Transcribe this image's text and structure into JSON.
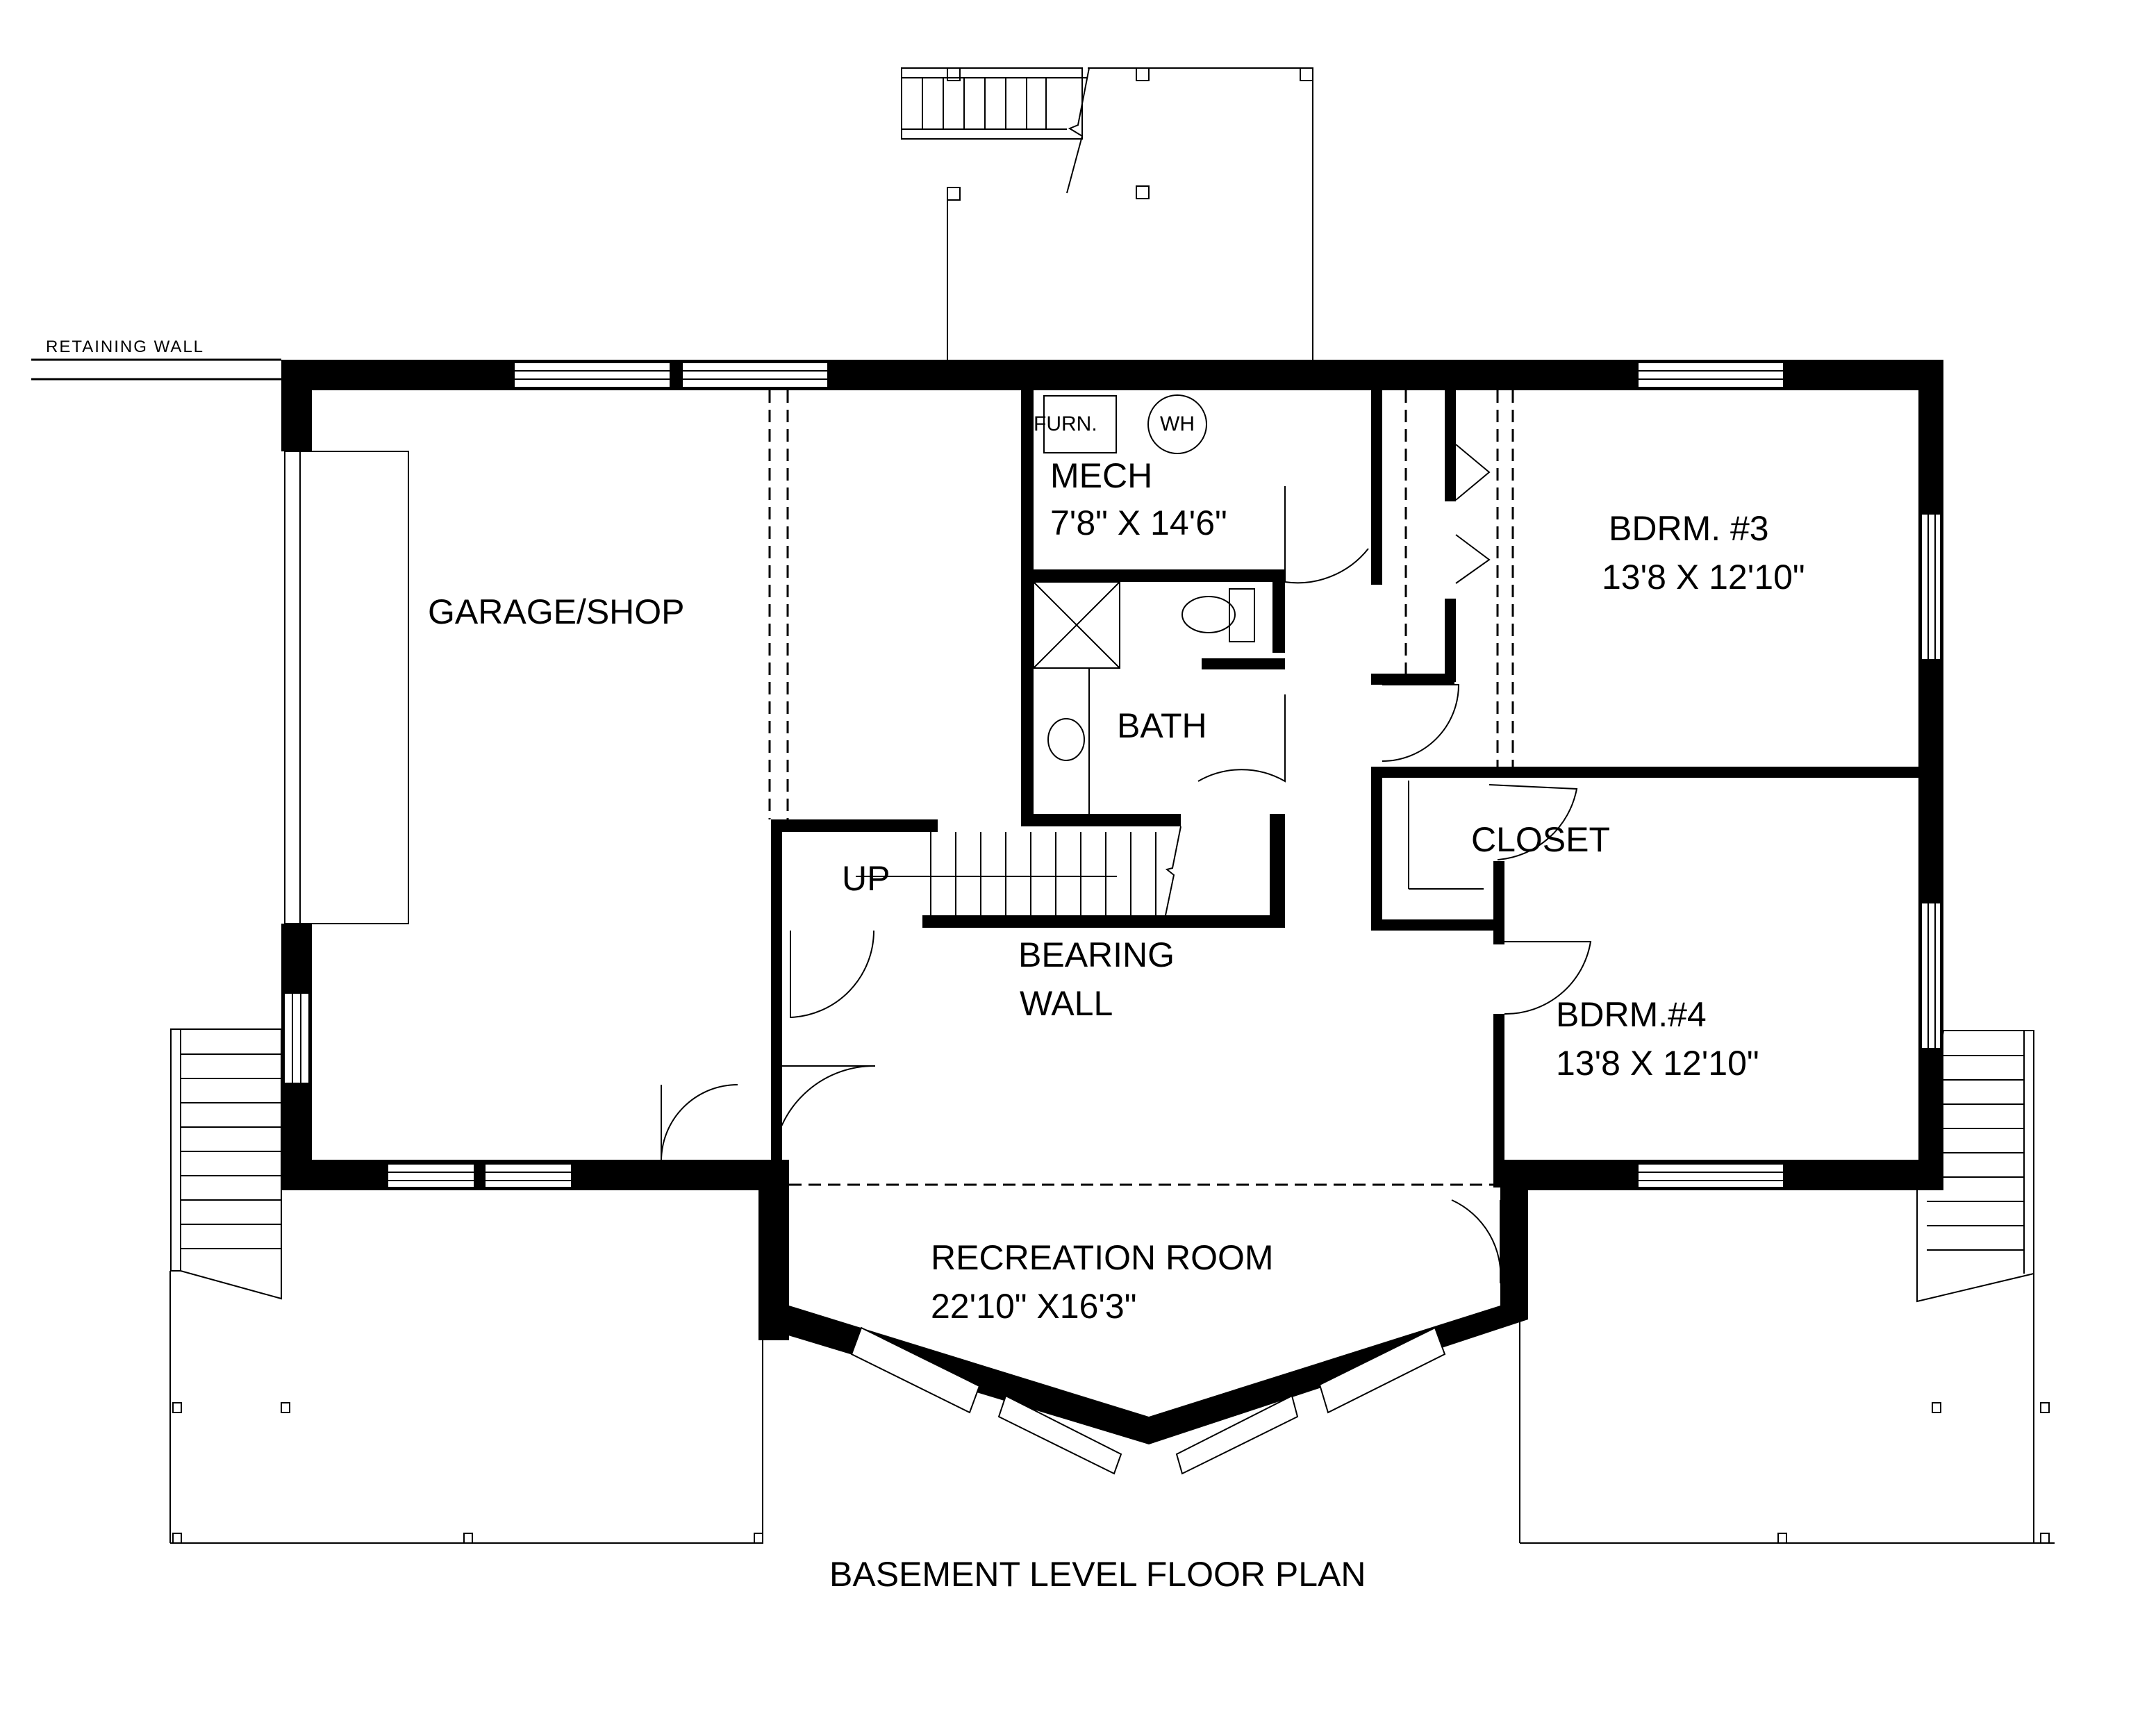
{
  "plan": {
    "title": "BASEMENT LEVEL FLOOR PLAN",
    "annotations": {
      "retaining_wall": "RETAINING WALL",
      "bearing_wall_line1": "BEARING",
      "bearing_wall_line2": "WALL",
      "stair_direction": "UP"
    },
    "rooms": {
      "garage": {
        "name": "GARAGE/SHOP",
        "dims": ""
      },
      "mech": {
        "name": "MECH",
        "dims": "7'8\" X 14'6\""
      },
      "bath": {
        "name": "BATH",
        "dims": ""
      },
      "bdrm3": {
        "name": "BDRM. #3",
        "dims": "13'8 X 12'10\""
      },
      "closet": {
        "name": "CLOSET",
        "dims": ""
      },
      "bdrm4": {
        "name": "BDRM.#4",
        "dims": "13'8 X 12'10\""
      },
      "recreation": {
        "name": "RECREATION ROOM",
        "dims": "22'10\" X16'3\""
      }
    },
    "fixtures": {
      "furnace": "FURN.",
      "water_heater": "WH"
    },
    "colors": {
      "ink": "#000000",
      "paper": "#ffffff"
    }
  }
}
